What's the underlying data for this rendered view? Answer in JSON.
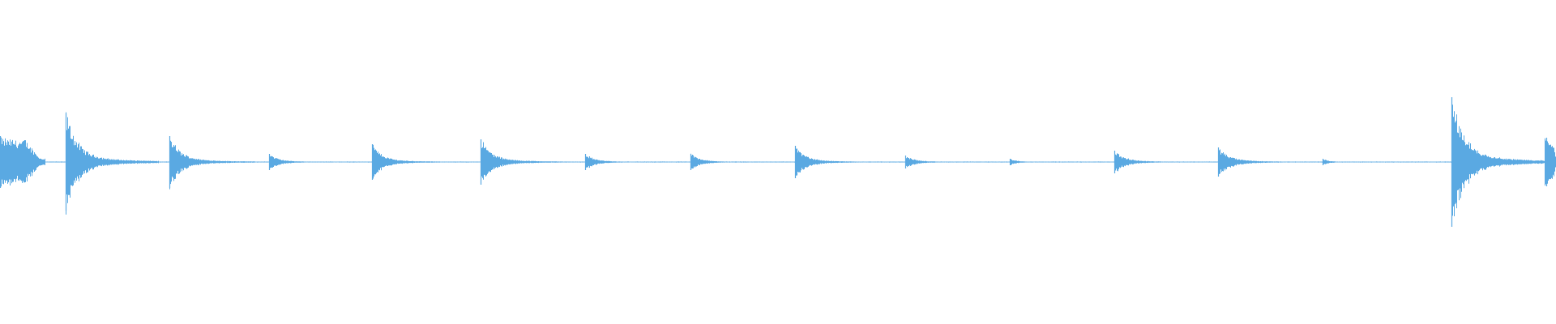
{
  "waveform": {
    "color": "#5aa9e2",
    "background": "#ffffff",
    "transients": [
      {
        "t": 0.0,
        "peak": 0.16,
        "type": "blob",
        "tail": 0.025
      },
      {
        "t": 0.042,
        "peak": 0.3,
        "type": "hit",
        "tail": 0.06
      },
      {
        "t": 0.109,
        "peak": 0.16,
        "type": "hit",
        "tail": 0.055
      },
      {
        "t": 0.173,
        "peak": 0.05,
        "type": "hit",
        "tail": 0.045
      },
      {
        "t": 0.239,
        "peak": 0.11,
        "type": "hit",
        "tail": 0.05
      },
      {
        "t": 0.309,
        "peak": 0.14,
        "type": "hit",
        "tail": 0.055
      },
      {
        "t": 0.376,
        "peak": 0.05,
        "type": "hit",
        "tail": 0.045
      },
      {
        "t": 0.444,
        "peak": 0.05,
        "type": "hit",
        "tail": 0.045
      },
      {
        "t": 0.511,
        "peak": 0.1,
        "type": "hit",
        "tail": 0.05
      },
      {
        "t": 0.582,
        "peak": 0.04,
        "type": "hit",
        "tail": 0.045
      },
      {
        "t": 0.649,
        "peak": 0.02,
        "type": "hit",
        "tail": 0.035
      },
      {
        "t": 0.716,
        "peak": 0.07,
        "type": "hit",
        "tail": 0.05
      },
      {
        "t": 0.783,
        "peak": 0.09,
        "type": "hit",
        "tail": 0.055
      },
      {
        "t": 0.85,
        "peak": 0.02,
        "type": "hit",
        "tail": 0.03
      },
      {
        "t": 0.933,
        "peak": 0.4,
        "type": "hit",
        "tail": 0.065
      },
      {
        "t": 0.994,
        "peak": 0.15,
        "type": "blob",
        "tail": 0.006
      }
    ],
    "noise_floor": 0.003
  }
}
